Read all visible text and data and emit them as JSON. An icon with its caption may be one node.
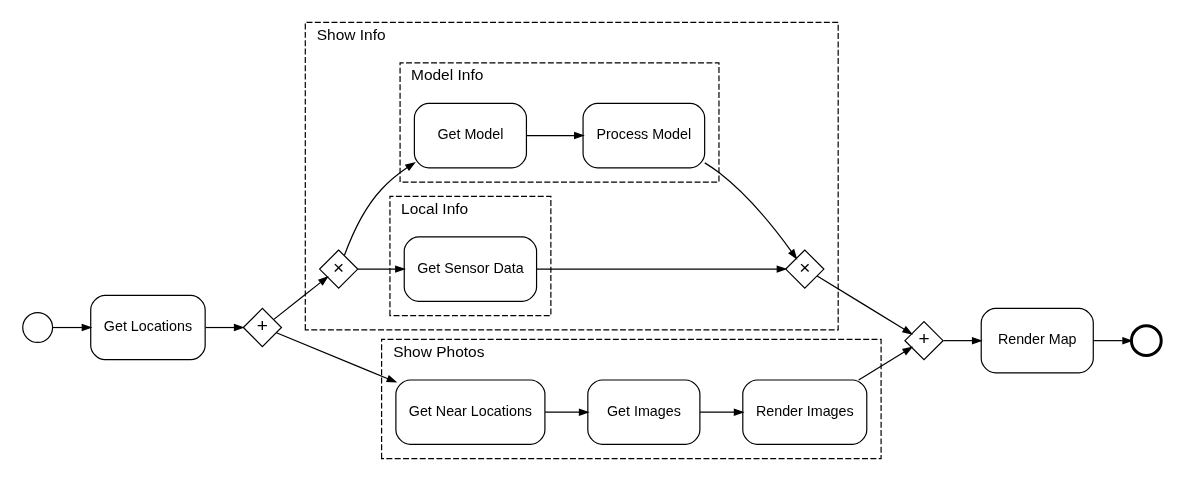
{
  "diagram": {
    "nodes": [
      {
        "text": [],
        "shape": "circle"
      },
      {
        "text": [
          "Get Locations"
        ]
      },
      {
        "text": [
          "+"
        ]
      },
      {
        "text": [
          "Show Photos"
        ]
      },
      {
        "text": [
          "Get Near Locations"
        ],
        "in": 3
      },
      {
        "text": [
          "Get Images"
        ],
        "in": 3
      },
      {
        "text": [
          "Render Images"
        ],
        "in": 3
      },
      {
        "text": [
          "Show Info"
        ]
      },
      {
        "text": [
          "Local Info"
        ],
        "in": 7
      },
      {
        "text": [
          "Get Sensor Data"
        ],
        "in": 8
      },
      {
        "text": [
          "×"
        ],
        "in": 7
      },
      {
        "text": [
          "Model Info"
        ],
        "in": 7
      },
      {
        "text": [
          "Get Model"
        ],
        "in": 11
      },
      {
        "text": [
          "Process Model"
        ],
        "in": 11
      },
      {
        "text": [
          "×"
        ],
        "in": 7
      },
      {
        "text": [
          "+"
        ]
      },
      {
        "text": [
          "Render Map"
        ]
      },
      {
        "text": [],
        "shape": "circle"
      }
    ],
    "edges": [
      {
        "from": 0,
        "to": 1,
        "arrow": "to"
      },
      {
        "from": 1,
        "to": 2,
        "arrow": "to"
      },
      {
        "from": 2,
        "to": 4,
        "arrow": "to"
      },
      {
        "from": 2,
        "to": 10,
        "arrow": "to"
      },
      {
        "from": 4,
        "to": 5,
        "arrow": "to"
      },
      {
        "from": 5,
        "to": 6,
        "arrow": "to"
      },
      {
        "from": 6,
        "to": 15,
        "arrow": "to"
      },
      {
        "from": 10,
        "to": 9,
        "arrow": "to"
      },
      {
        "from": 10,
        "to": 12,
        "arrow": "to"
      },
      {
        "from": 9,
        "to": 14,
        "arrow": "to"
      },
      {
        "from": 12,
        "to": 13,
        "arrow": "to"
      },
      {
        "from": 13,
        "to": 14,
        "arrow": "to"
      },
      {
        "from": 14,
        "to": 15,
        "arrow": "to"
      },
      {
        "from": 15,
        "to": 16,
        "arrow": "to"
      },
      {
        "from": 16,
        "to": 17,
        "arrow": "to"
      }
    ]
  }
}
